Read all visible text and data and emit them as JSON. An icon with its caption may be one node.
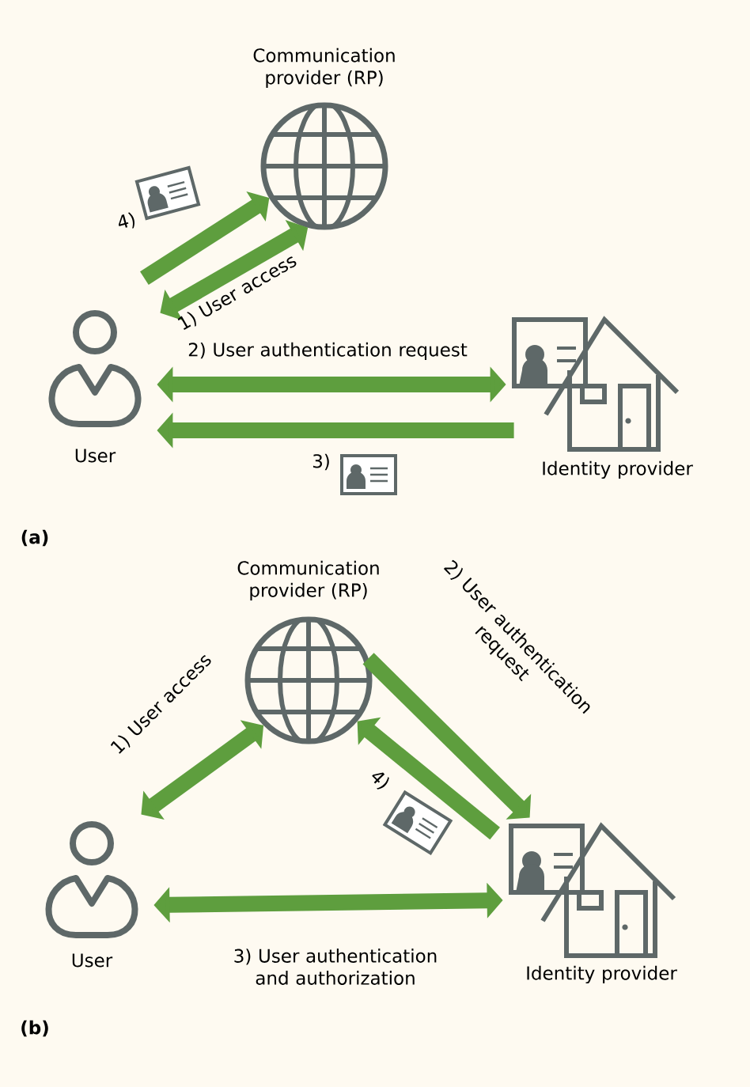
{
  "diagram": {
    "nodes": [
      {
        "text": [
          "Communication provider (RP)"
        ]
      },
      {
        "text": [
          "User"
        ]
      },
      {
        "text": [
          "Identity provider"
        ]
      },
      {
        "text": [
          "Communication provider (RP)"
        ]
      },
      {
        "text": [
          "User"
        ]
      },
      {
        "text": [
          "Identity provider"
        ]
      }
    ],
    "edges": [
      {
        "from": 1,
        "to": 0,
        "arrow": "to",
        "label": "4)"
      },
      {
        "from": 1,
        "to": 0,
        "arrow": "both",
        "label": "1) User access"
      },
      {
        "from": 1,
        "to": 2,
        "arrow": "both",
        "label": "2) User authentication request"
      },
      {
        "from": 2,
        "to": 1,
        "arrow": "to",
        "label": "3)"
      },
      {
        "from": 4,
        "to": 3,
        "arrow": "both",
        "label": "1) User access"
      },
      {
        "from": 3,
        "to": 5,
        "arrow": "to",
        "label": "2) User authentication request"
      },
      {
        "from": 5,
        "to": 3,
        "arrow": "to",
        "label": "4)"
      },
      {
        "from": 4,
        "to": 5,
        "arrow": "both",
        "label": "3) User authentication and authorization"
      }
    ],
    "labels": [
      "(a)",
      "(b)"
    ]
  }
}
